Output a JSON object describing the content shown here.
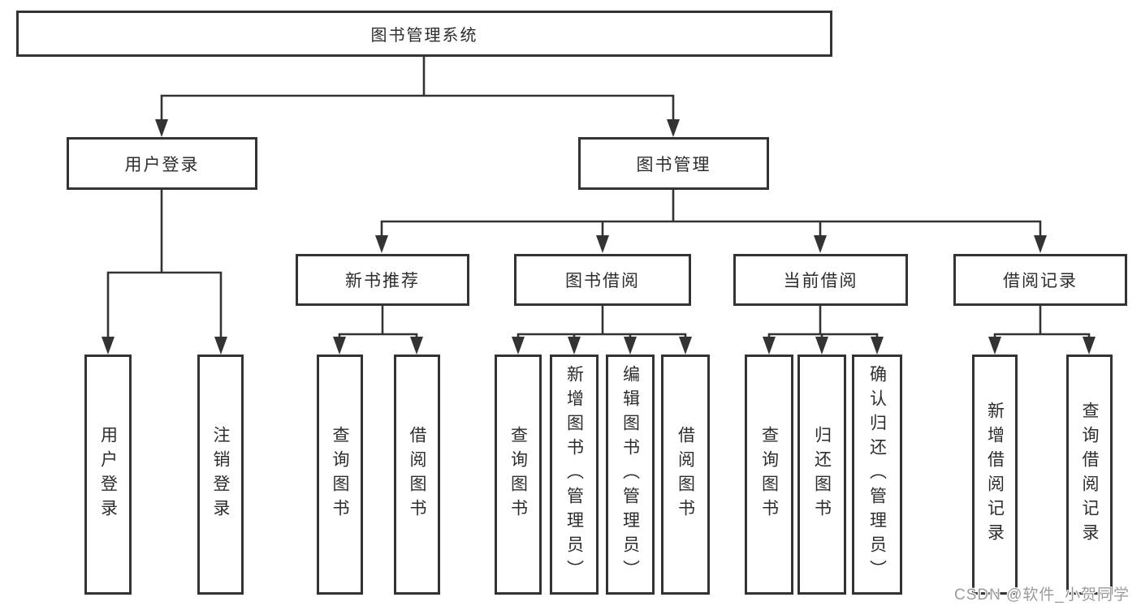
{
  "diagram": {
    "type": "tree",
    "root": {
      "label": "图书管理系统"
    },
    "level1": [
      {
        "label": "用户登录",
        "parent": "图书管理系统"
      },
      {
        "label": "图书管理",
        "parent": "图书管理系统"
      }
    ],
    "level2": [
      {
        "label": "新书推荐",
        "parent": "图书管理"
      },
      {
        "label": "图书借阅",
        "parent": "图书管理"
      },
      {
        "label": "当前借阅",
        "parent": "图书管理"
      },
      {
        "label": "借阅记录",
        "parent": "图书管理"
      }
    ],
    "leaves": [
      {
        "label": "用户登录",
        "parent": "用户登录"
      },
      {
        "label": "注销登录",
        "parent": "用户登录"
      },
      {
        "label": "查询图书",
        "parent": "新书推荐"
      },
      {
        "label": "借阅图书",
        "parent": "新书推荐"
      },
      {
        "label": "查询图书",
        "parent": "图书借阅"
      },
      {
        "label": "新增图书（管理员）",
        "parent": "图书借阅"
      },
      {
        "label": "编辑图书（管理员）",
        "parent": "图书借阅"
      },
      {
        "label": "借阅图书",
        "parent": "图书借阅"
      },
      {
        "label": "查询图书",
        "parent": "当前借阅"
      },
      {
        "label": "归还图书",
        "parent": "当前借阅"
      },
      {
        "label": "确认归还（管理员）",
        "parent": "当前借阅"
      },
      {
        "label": "新增借阅记录",
        "parent": "借阅记录"
      },
      {
        "label": "查询借阅记录",
        "parent": "借阅记录"
      }
    ],
    "colors": {
      "line": "#333333",
      "border": "#333333",
      "text": "#2d2d2d",
      "watermark": "#9b9b9b",
      "background": "#ffffff"
    }
  },
  "watermark": {
    "text": "CSDN @软件_小贺同学"
  }
}
